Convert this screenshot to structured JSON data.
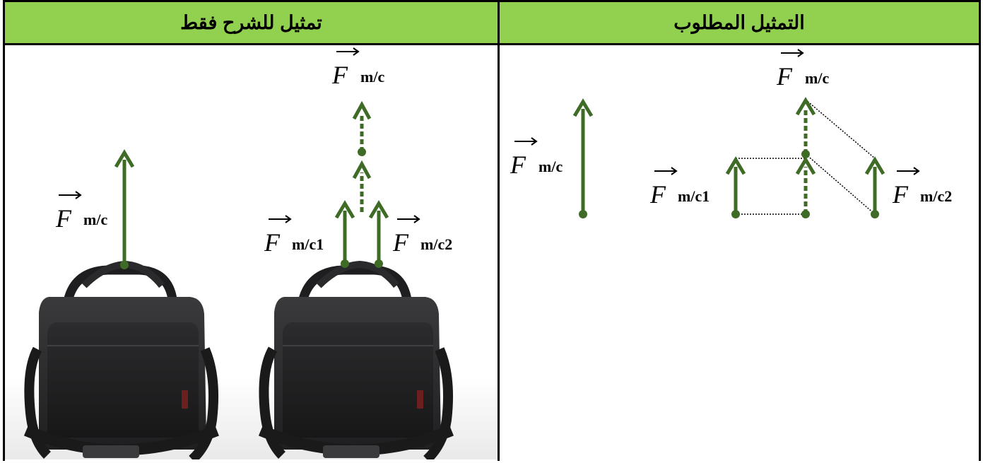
{
  "table": {
    "header_left": "تمثيل للشرح فقط",
    "header_right": "التمثيل المطلوب"
  },
  "labels": {
    "F": "F",
    "m_c": "m/c",
    "m_c1": "m/c1",
    "m_c2": "m/c2"
  },
  "colors": {
    "header_fill": "#92d050",
    "vector_color": "#3e6b25",
    "border": "#000000",
    "bag": "#2b2b2d"
  }
}
